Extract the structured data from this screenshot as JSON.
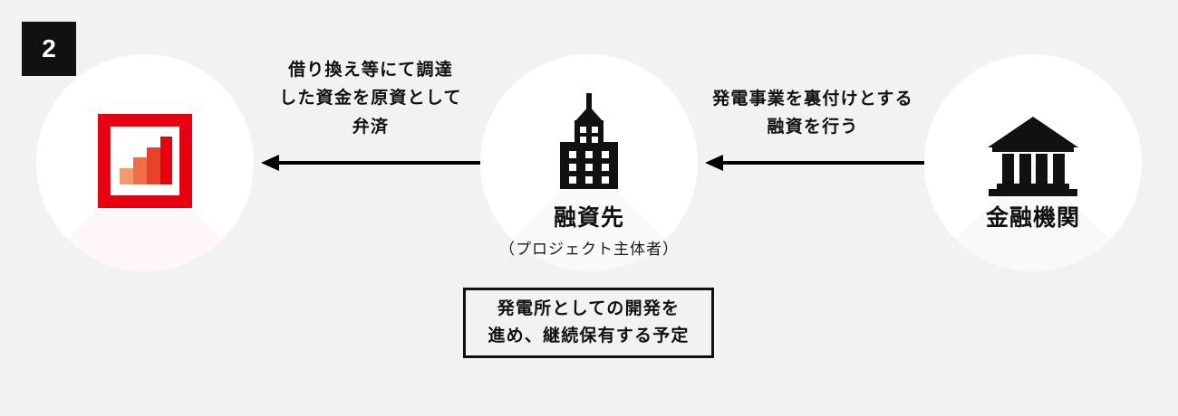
{
  "diagram": {
    "step_number": "2",
    "background_color": "#f2f2f2",
    "accent_color": "#e60012",
    "ink_color": "#111111"
  },
  "nodes": {
    "left": {
      "icon": "bar-chart-in-frame-icon",
      "title": "",
      "subtitle": ""
    },
    "middle": {
      "icon": "office-building-icon",
      "title": "融資先",
      "subtitle": "（プロジェクト主体者）"
    },
    "right": {
      "icon": "bank-institution-icon",
      "title": "金融機関",
      "subtitle": ""
    }
  },
  "arrows": {
    "left": {
      "direction": "left",
      "label": "借り換え等にて調達\nした資金を原資として\n弁済"
    },
    "right": {
      "direction": "left",
      "label": "発電事業を裏付けとする\n融資を行う"
    }
  },
  "callout": {
    "text": "発電所としての開発を\n進め、継続保有する予定"
  },
  "chart_icon": {
    "bars": [
      {
        "height": 22,
        "color": "#f2996e"
      },
      {
        "height": 40,
        "color": "#ef7044"
      },
      {
        "height": 58,
        "color": "#e8432a"
      },
      {
        "height": 76,
        "color": "#e60012"
      }
    ],
    "frame_color": "#e60012"
  }
}
